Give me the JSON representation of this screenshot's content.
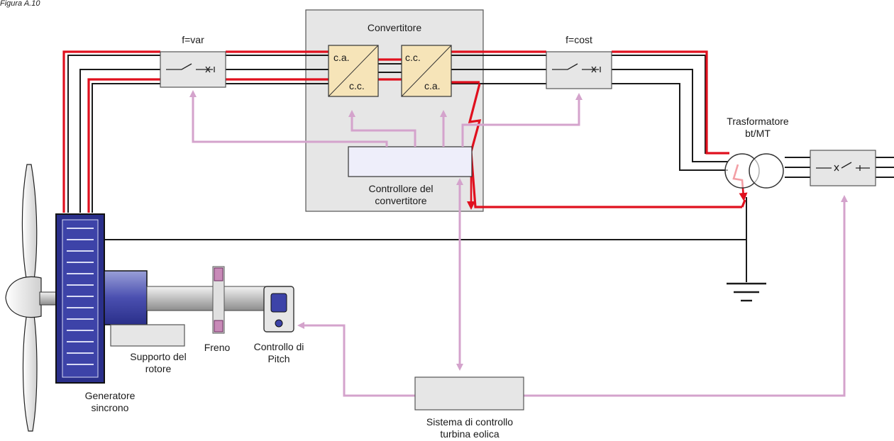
{
  "figure_caption": "Figura A.10",
  "colors": {
    "power_line": "#e0101e",
    "signal": "#d4a3cc",
    "box_fill": "#e6e6e6",
    "converter_fill": "#f6e4b8",
    "stator_blue": "#2a2f8a",
    "controller_fill": "#eeeefa"
  },
  "labels": {
    "switch_var": "f=var",
    "switch_cost": "f=cost",
    "converter_title": "Convertitore",
    "ac_dc_top": "c.a.",
    "ac_dc_bottom": "c.c.",
    "dc_ac_top": "c.c.",
    "dc_ac_bottom": "c.a.",
    "controller_line1": "Controllore del",
    "controller_line2": "convertitore",
    "transformer_line1": "Trasformatore",
    "transformer_line2": "bt/MT",
    "rotor_support_line1": "Supporto del",
    "rotor_support_line2": "rotore",
    "brake": "Freno",
    "pitch_line1": "Controllo di",
    "pitch_line2": "Pitch",
    "generator_line1": "Generatore",
    "generator_line2": "sincrono",
    "control_system_line1": "Sistema di controllo",
    "control_system_line2": "turbina eolica"
  },
  "icons": [
    "switch-icon",
    "ac-dc-converter-icon",
    "dc-ac-converter-icon",
    "transformer-icon",
    "ground-icon",
    "rotor-blade-icon"
  ]
}
